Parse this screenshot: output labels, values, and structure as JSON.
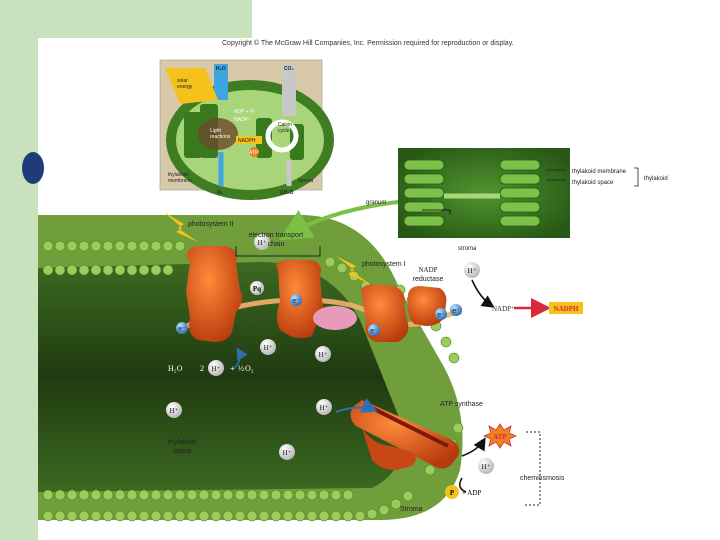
{
  "copyright": "Copyright © The McGraw Hill Companies, Inc. Permission required for reproduction or display.",
  "inset": {
    "h2o": "H₂O",
    "co2": "CO₂",
    "solar_energy": [
      "solar",
      "energy"
    ],
    "adp_pi": "ADP + Ⓟ",
    "nadp": "NADP⁺",
    "calvin_cycle": [
      "Calvin",
      "cycle"
    ],
    "light_reactions": [
      "Light",
      "reactions"
    ],
    "nadph": "NADPH",
    "atp": "ATP",
    "thylakoid_membrane": [
      "thylakoid",
      "membrane"
    ],
    "o2": "O₂",
    "ch2o": "CH₂O",
    "stroma": "stroma"
  },
  "granum_panel": {
    "thylakoid_membrane": "thylakoid membrane",
    "thylakoid_space": "thylakoid space",
    "thylakoid": "thylakoid",
    "granum": "granum",
    "stroma": "stroma"
  },
  "main": {
    "photosystem_ii": "photosystem II",
    "electron_transport_chain": [
      "electron transport",
      "chain"
    ],
    "photosystem_i": "photosystem I",
    "nadp_reductase": [
      "NADP",
      "reductase"
    ],
    "nadp_plus": "NADP⁺",
    "nadph": "NADPH",
    "pq": "Pq",
    "electron": "e⁻",
    "h_plus": "H⁺",
    "water_eq": [
      "H₂O",
      "2",
      "H⁺",
      "+",
      "½",
      "O₂"
    ],
    "atp_synthase": "ATP synthase",
    "atp": "ATP",
    "chemiosmosis": "chemiosmosis",
    "p_adp": [
      "P",
      "+ ADP"
    ],
    "thylakoid_space": [
      "thylakoid",
      "space"
    ],
    "stroma": "Stroma"
  },
  "colors": {
    "membrane_green": "#6f9e3b",
    "lumen_dark": "#2b4a18",
    "protein_orange": "#e0571a",
    "nadph_red": "#d9283a",
    "electron_blue": "#4a8fd0",
    "atp_orange": "#f08020"
  }
}
